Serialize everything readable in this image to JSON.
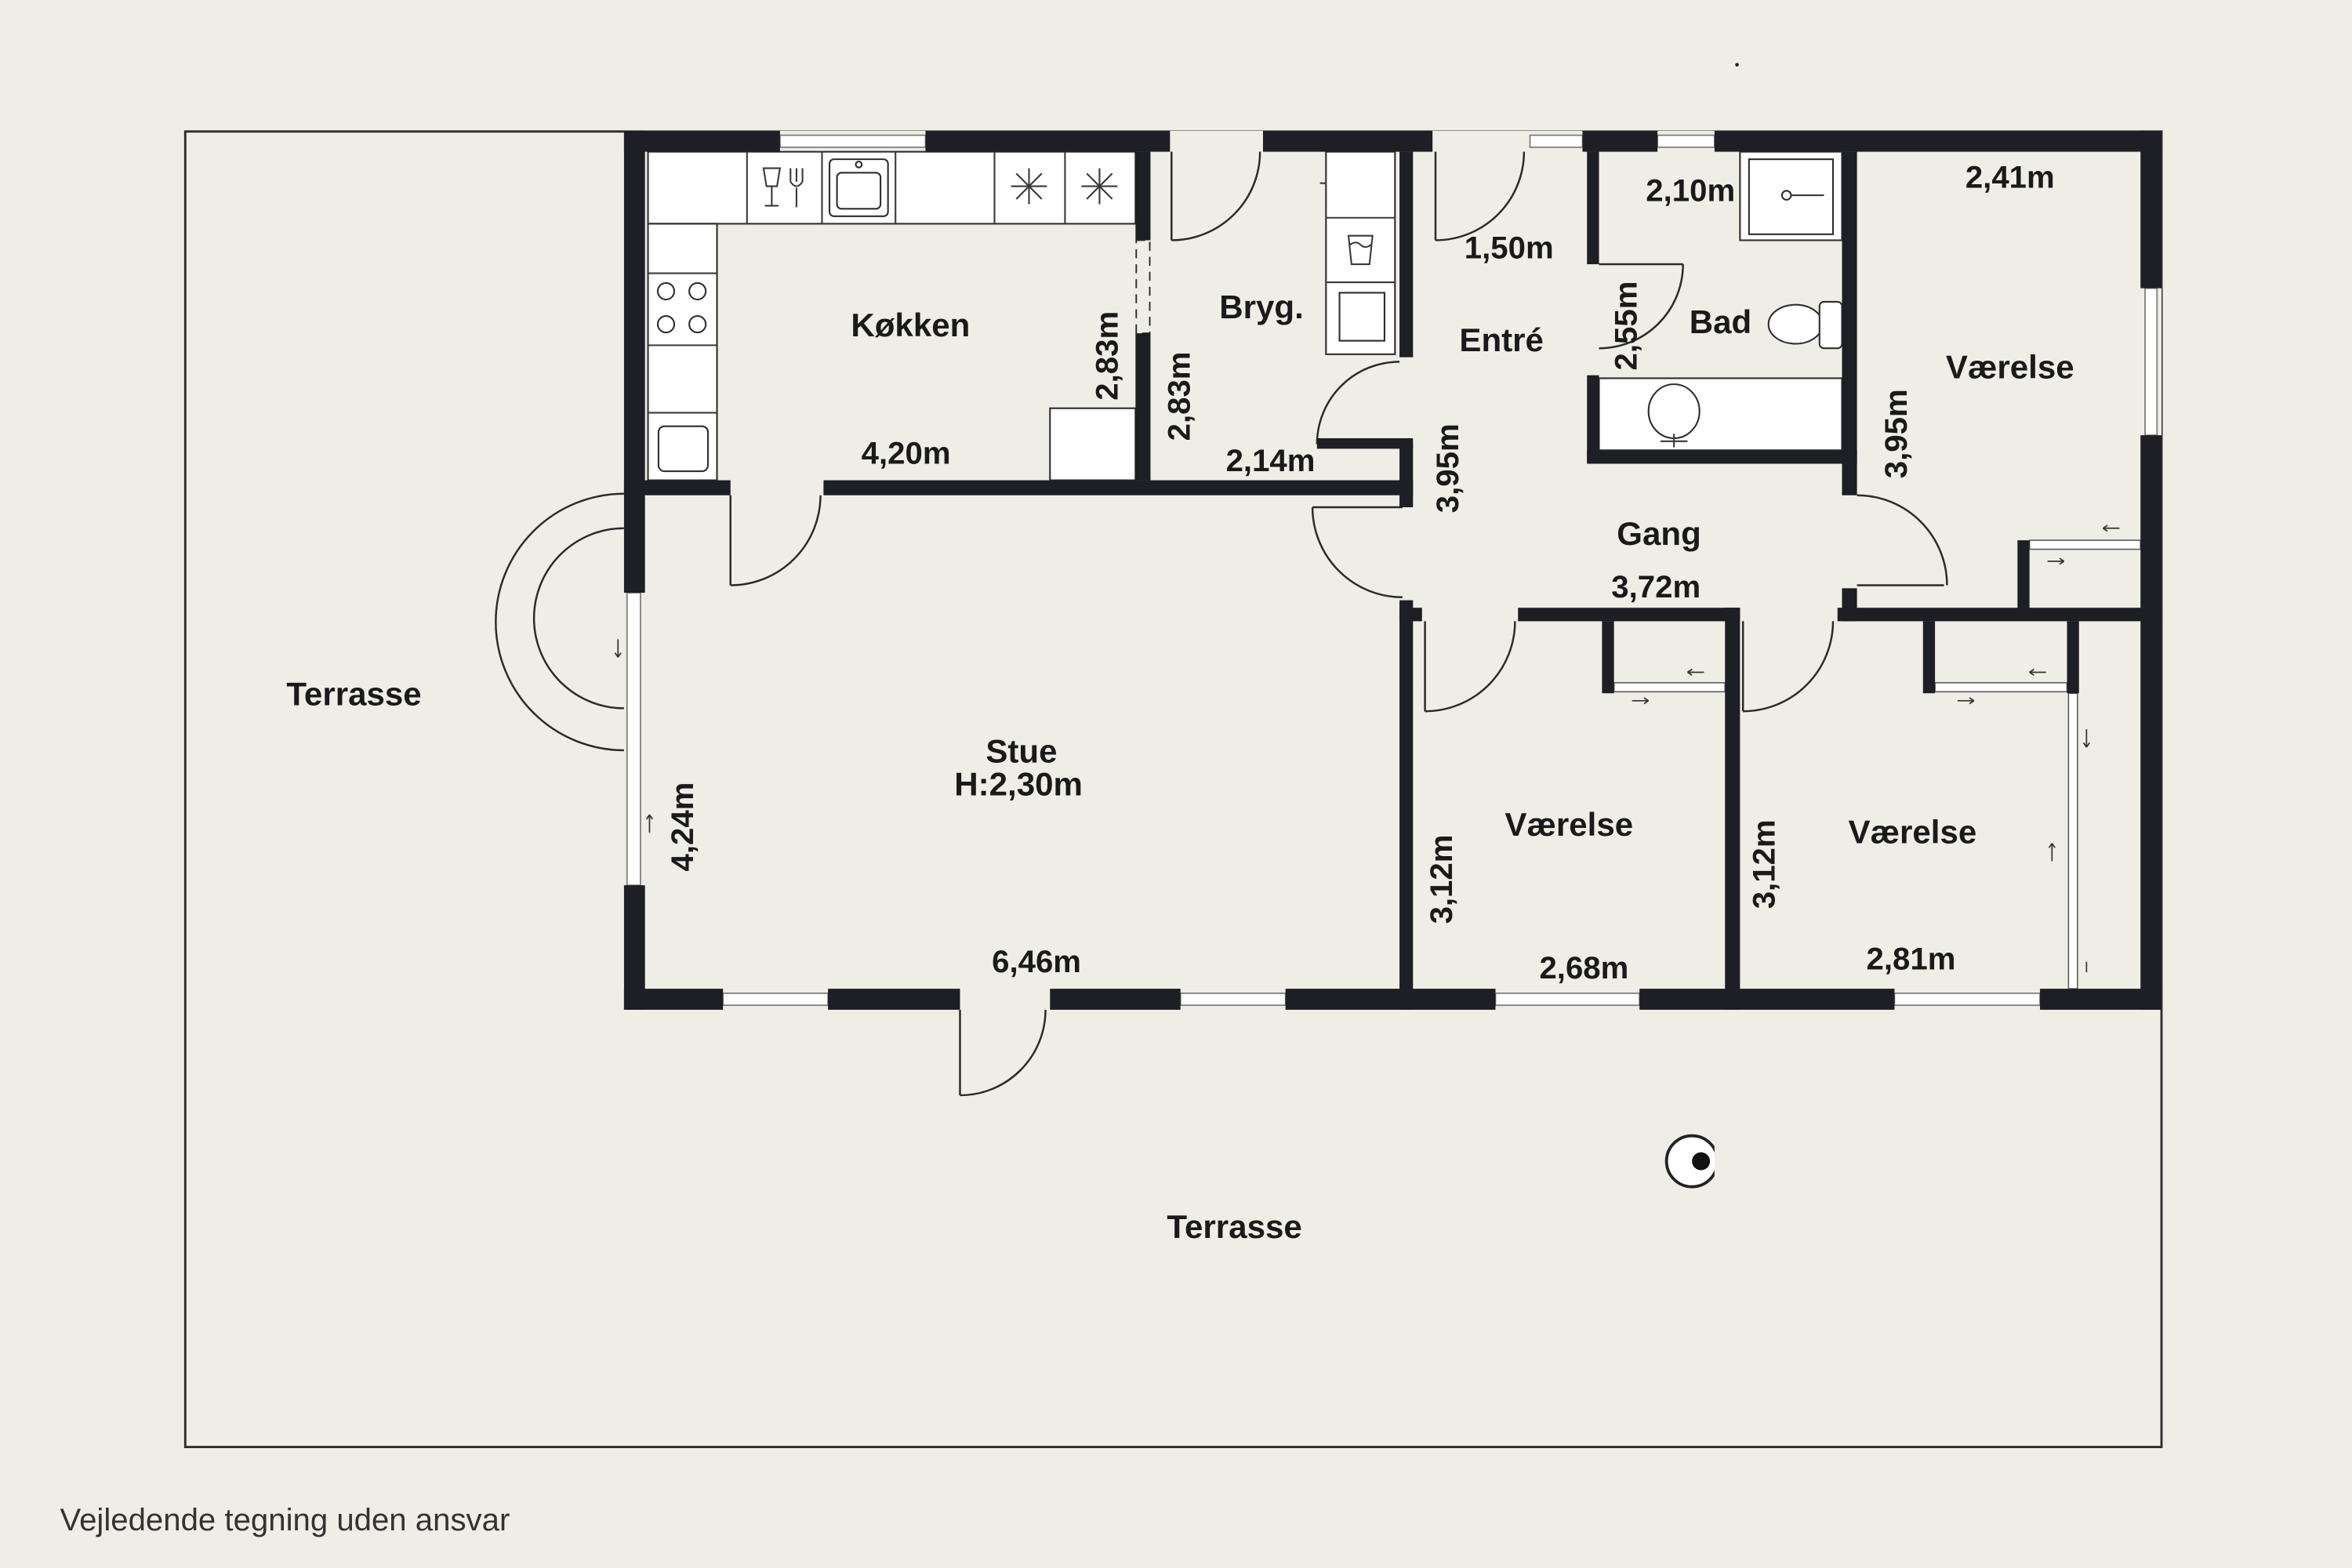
{
  "plan": {
    "rooms": {
      "kitchen": "Køkken",
      "utility": "Bryg.",
      "entrance": "Entré",
      "bath": "Bad",
      "bedroom_1": "Værelse",
      "hall": "Gang",
      "living": "Stue",
      "living_height": "H:2,30m",
      "bedroom_2": "Værelse",
      "bedroom_3": "Værelse",
      "terrace_west": "Terrasse",
      "terrace_south": "Terrasse"
    },
    "dimensions": {
      "kitchen_width": "4,20m",
      "kitchen_depth": "2,83m",
      "utility_depth": "2,83m",
      "utility_width": "2,14m",
      "entrance_width": "1,50m",
      "entrance_depth": "3,95m",
      "bath_width": "2,10m",
      "bath_depth": "2,55m",
      "bedroom_1_width": "2,41m",
      "bedroom_1_depth": "3,95m",
      "hall_width": "3,72m",
      "living_depth": "4,24m",
      "living_width": "6,46m",
      "bedroom_2_depth": "3,12m",
      "bedroom_2_width": "2,68m",
      "bedroom_3_depth": "3,12m",
      "bedroom_3_width": "2,81m"
    }
  },
  "footer": {
    "disclaimer": "Vejledende tegning uden ansvar"
  },
  "colors": {
    "background": "#efeee6",
    "wall": "#1e1e25",
    "fixture": "#ffffff"
  }
}
